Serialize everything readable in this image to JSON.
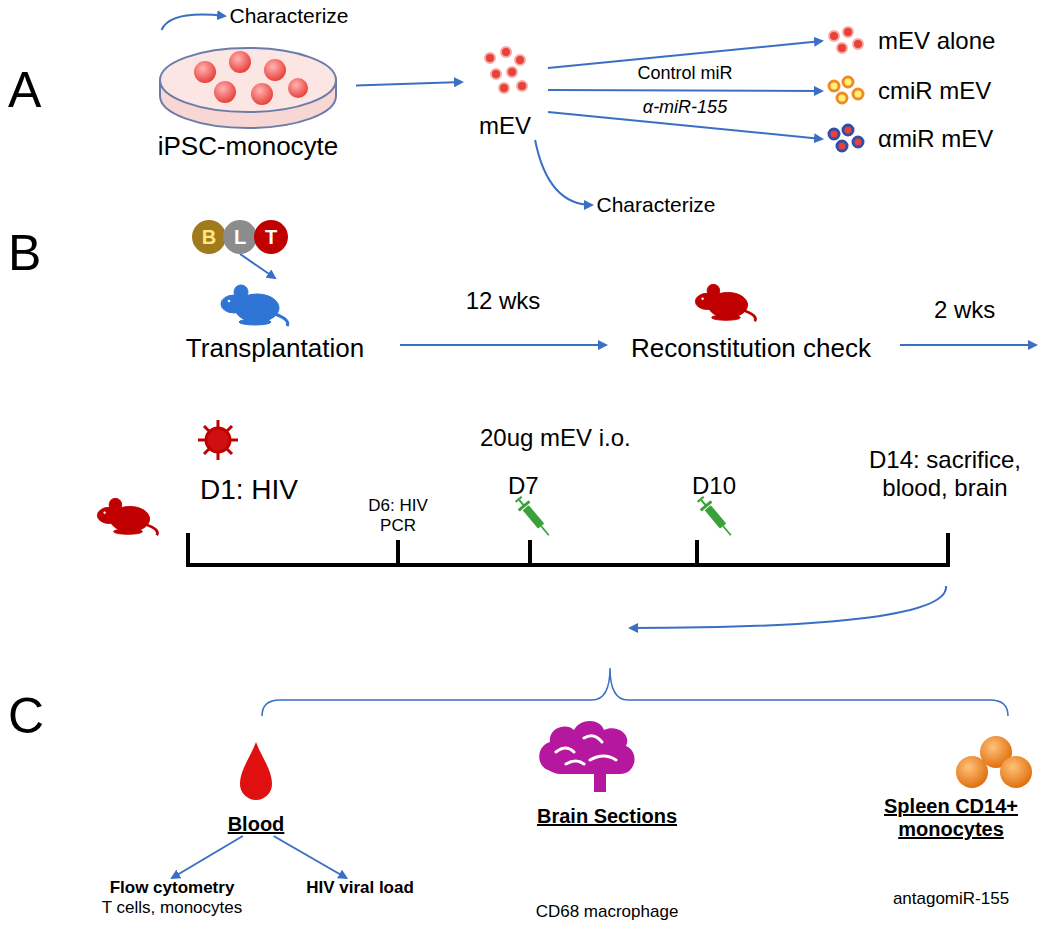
{
  "diagram": {
    "nodes": [
      {
        "text": [
          "iPSC-monocyte"
        ]
      },
      {
        "text": [
          "Characterize"
        ]
      },
      {
        "text": [
          "mEV"
        ]
      },
      {
        "text": [
          "mEV alone"
        ]
      },
      {
        "text": [
          "cmiR mEV"
        ]
      },
      {
        "text": [
          "αmiR mEV"
        ]
      },
      {
        "text": [
          "Characterize"
        ]
      },
      {
        "text": [
          "B"
        ]
      },
      {
        "text": [
          "L"
        ]
      },
      {
        "text": [
          "T"
        ]
      },
      {
        "text": [
          "Transplantation"
        ]
      },
      {
        "text": [
          "Reconstitution check"
        ]
      },
      {
        "text": [
          "Blood"
        ]
      },
      {
        "text": [
          "Flow cytometry",
          "T cells, monocytes"
        ]
      },
      {
        "text": [
          "HIV viral load"
        ]
      },
      {
        "text": [
          "Brain Sections",
          "CD68 macrophage"
        ]
      },
      {
        "text": [
          "Spleen CD14+ monocytes",
          "antagomiR-155"
        ]
      }
    ],
    "edges": [
      {
        "from": 0,
        "to": 1,
        "arrow": "to"
      },
      {
        "from": 0,
        "to": 2,
        "arrow": "to"
      },
      {
        "from": 2,
        "to": 3,
        "arrow": "to"
      },
      {
        "from": 2,
        "to": 4,
        "label": "Control miR",
        "arrow": "to"
      },
      {
        "from": 2,
        "to": 5,
        "label": "α-miR-155",
        "arrow": "to"
      },
      {
        "from": 2,
        "to": 6,
        "arrow": "to"
      },
      {
        "from": 8,
        "to": 10,
        "arrow": "to"
      },
      {
        "from": 10,
        "to": 11,
        "label": "12 wks",
        "arrow": "to"
      },
      {
        "from": 12,
        "to": 13,
        "arrow": "to"
      },
      {
        "from": 12,
        "to": 14,
        "arrow": "to"
      }
    ],
    "labels": [
      "A",
      "B",
      "C",
      "2 wks",
      "20ug mEV i.o.",
      "D1: HIV",
      "D6: HIV PCR",
      "D7",
      "D10",
      "D14: sacrifice, blood, brain"
    ]
  }
}
